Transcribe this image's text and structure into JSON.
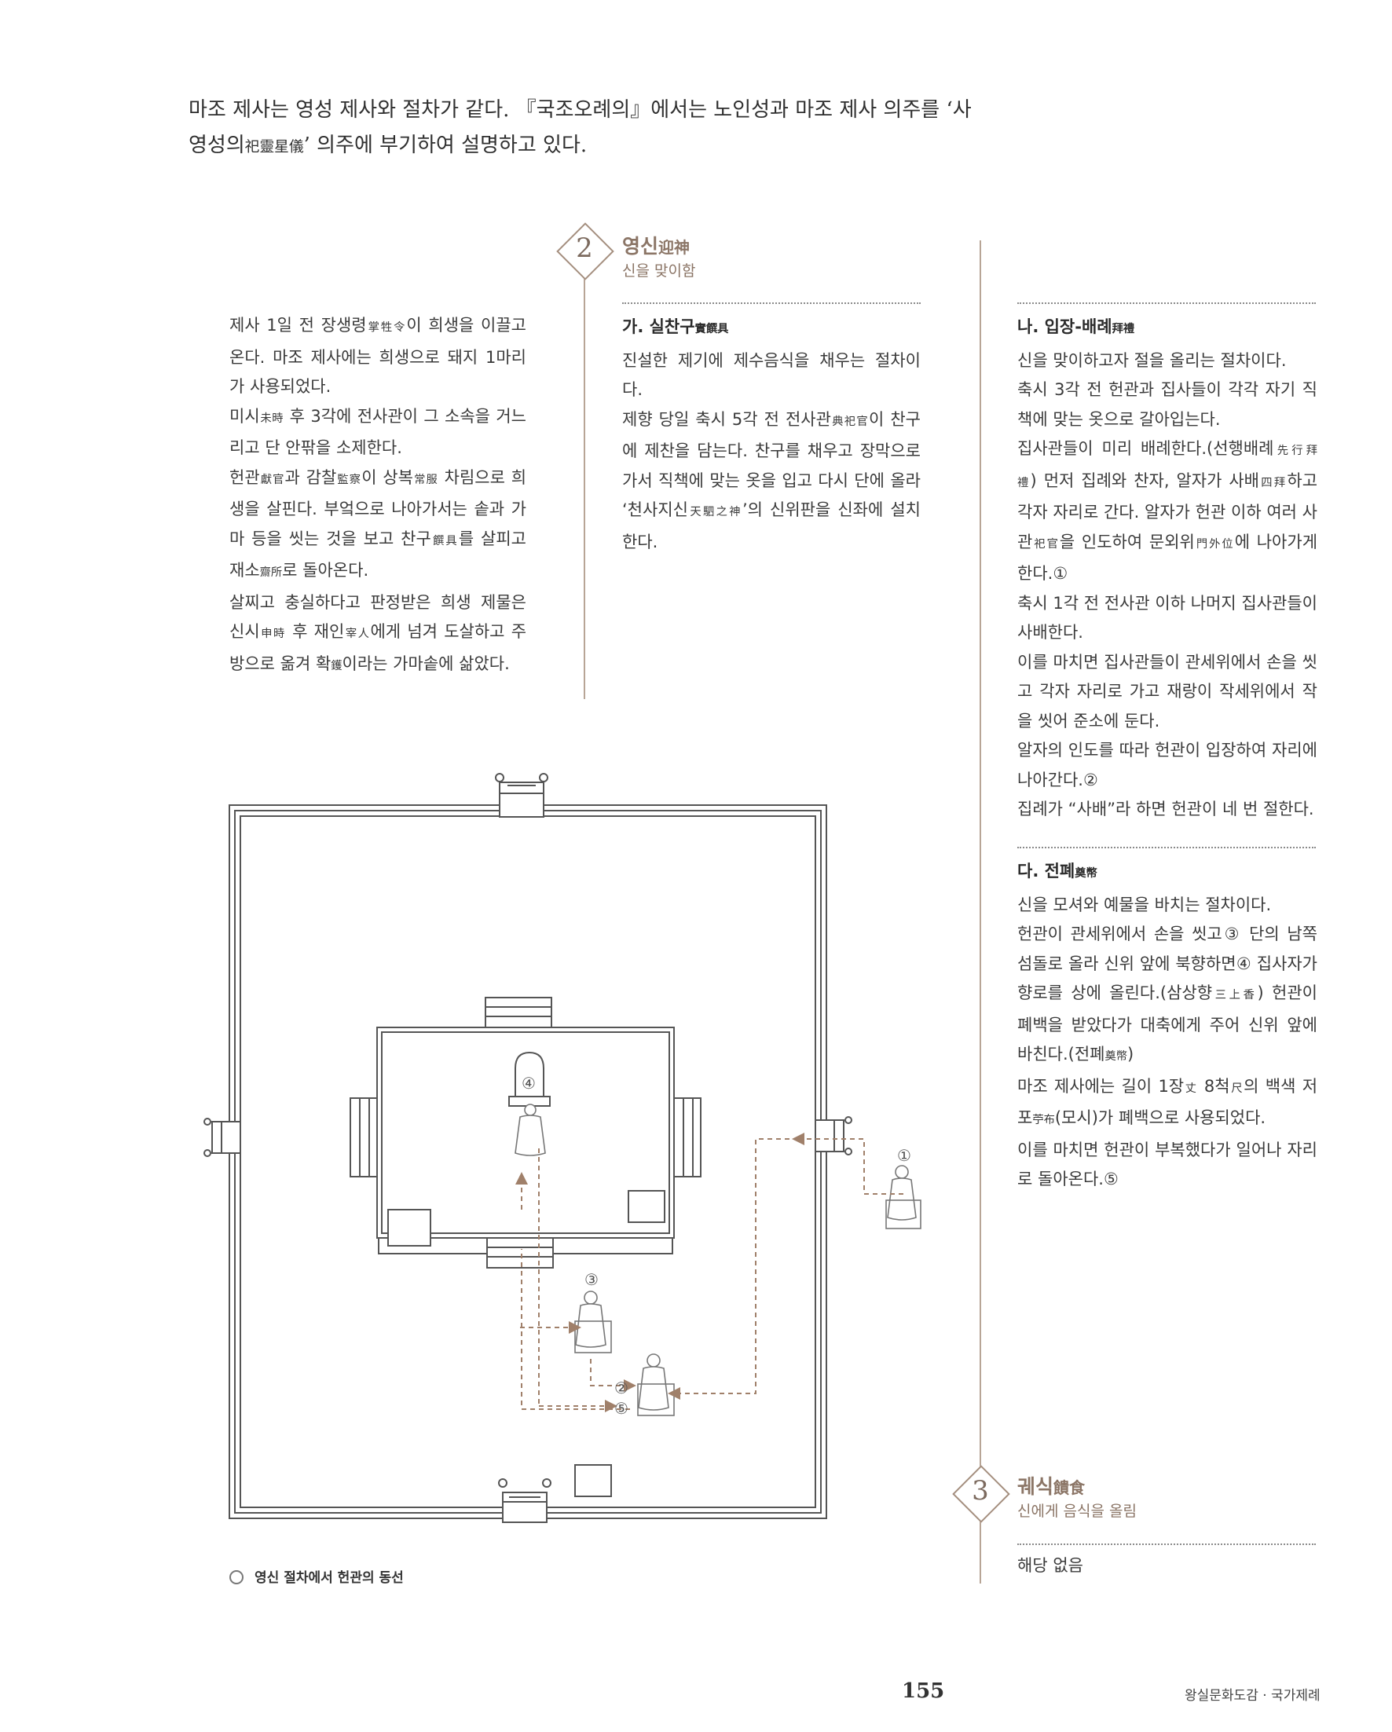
{
  "intro": {
    "line1": "마조 제사는 영성 제사와 절차가 같다. 『국조오례의』에서는 노인성과 마조 제사 의주를 ‘사",
    "line2_a": "영성의",
    "line2_han": "祀靈星儀",
    "line2_b": "’ 의주에 부기하여 설명하고 있다."
  },
  "section2": {
    "number": "2",
    "title": "영신",
    "title_han": "迎神",
    "subtitle": "신을 맞이함"
  },
  "section3": {
    "number": "3",
    "title": "궤식",
    "title_han": "饋食",
    "subtitle": "신에게 음식을 올림",
    "body": "해당 없음"
  },
  "left_col": {
    "p1_a": "제사 1일 전 장생령",
    "p1_han": "掌牲令",
    "p1_b": "이 희생을 이끌고 온다. 마조 제사에는 희생으로 돼지 1마리가 사용되었다.",
    "p2_a": "미시",
    "p2_han": "未時",
    "p2_b": " 후 3각에 전사관이 그 소속을 거느리고 단 안팎을 소제한다.",
    "p3_a": "헌관",
    "p3_han1": "獻官",
    "p3_b": "과 감찰",
    "p3_han2": "監察",
    "p3_c": "이 상복",
    "p3_han3": "常服",
    "p3_d": " 차림으로 희생을 살핀다. 부엌으로 나아가서는 솥과 가마 등을 씻는 것을 보고 찬구",
    "p3_han4": "饌具",
    "p3_e": "를 살피고 재소",
    "p3_han5": "齋所",
    "p3_f": "로 돌아온다.",
    "p4_a": "살찌고 충실하다고 판정받은 희생 제물은 신시",
    "p4_han1": "申時",
    "p4_b": " 후 재인",
    "p4_han2": "宰人",
    "p4_c": "에게 넘겨 도살하고 주방으로 옮겨 확",
    "p4_han3": "鑊",
    "p4_d": "이라는 가마솥에 삶았다."
  },
  "mid_col": {
    "heading": "가. 실찬구",
    "heading_han": "實饌具",
    "p1": "진설한 제기에 제수음식을 채우는 절차이다.",
    "p2_a": "제향 당일 축시 5각 전 전사관",
    "p2_han1": "典祀官",
    "p2_b": "이 찬구에 제찬을 담는다. 찬구를 채우고 장막으로 가서 직책에 맞는 옷을 입고  다시 단에 올라 ‘천사지신",
    "p2_han2": "天駟之神",
    "p2_c": "’의 신위판을 신좌에 설치한다."
  },
  "right_col_a": {
    "heading": "나. 입장-배례",
    "heading_han": "拜禮",
    "p1": "신을 맞이하고자 절을 올리는 절차이다.",
    "p2": "축시 3각 전 헌관과 집사들이 각각 자기 직책에 맞는 옷으로 갈아입는다.",
    "p3_a": "집사관들이 미리 배례한다.(선행배례",
    "p3_han1": "先行拜禮",
    "p3_b": ") 먼저 집례와 찬자, 알자가 사배",
    "p3_han2": "四拜",
    "p3_c": "하고 각자 자리로 간다. 알자가 헌관 이하 여러 사관",
    "p3_han3": "祀官",
    "p3_d": "을 인도하여 문외위",
    "p3_han4": "門外位",
    "p3_e": "에 나아가게 한다.①",
    "p4": "축시 1각 전 전사관 이하 나머지 집사관들이 사배한다.",
    "p5": "이를 마치면 집사관들이 관세위에서 손을 씻고 각자 자리로 가고 재랑이 작세위에서 작을 씻어 준소에 둔다.",
    "p6": "알자의 인도를 따라 헌관이 입장하여 자리에 나아간다.②",
    "p7": "집례가 “사배”라 하면 헌관이 네 번 절한다."
  },
  "right_col_b": {
    "heading": "다. 전폐",
    "heading_han": "奠幣",
    "p1": "신을 모셔와 예물을 바치는 절차이다.",
    "p2": "헌관이 관세위에서 손을 씻고③ 단의 남쪽 섬돌로 올라 신위 앞에 북향하면④ 집사자가 향로를 상에 올린다.(삼상향",
    "p2_han1": "三上香",
    "p2_b": ") 헌관이 폐백을 받았다가 대축에게 주어 신위 앞에 바친다.(전폐",
    "p2_han2": "奠幣",
    "p2_c": ")",
    "p3_a": "마조 제사에는 길이 1장",
    "p3_han1": "丈",
    "p3_b": " 8척",
    "p3_han2": "尺",
    "p3_c": "의 백색 저포",
    "p3_han3": "苧布",
    "p3_d": "(모시)가 폐백으로 사용되었다.",
    "p4": "이를 마치면 헌관이 부복했다가 일어나 자리로 돌아온다.⑤"
  },
  "diagram": {
    "caption": "영신 절차에서 헌관의 동선",
    "markers": [
      "①",
      "②",
      "③",
      "④",
      "⑤"
    ]
  },
  "footer": {
    "page_number": "155",
    "running_head": "왕실문화도감 · 국가제례"
  },
  "colors": {
    "accent": "#8b7566",
    "line": "#b8a596",
    "route": "#a0806a"
  }
}
